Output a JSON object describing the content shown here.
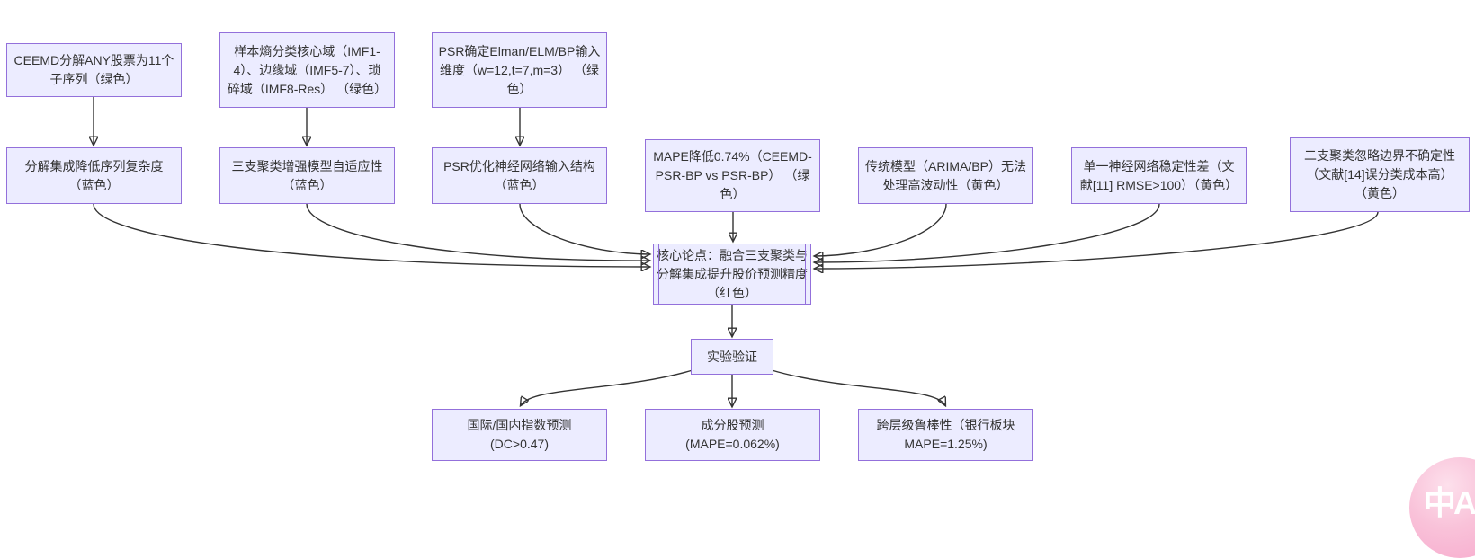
{
  "diagram": {
    "background": "#ffffff",
    "node_fill": "#ECECFF",
    "node_border": "#9370DB",
    "edge_color": "#333333",
    "nodes": [
      {
        "id": "ceemd-decompose",
        "lines": [
          "CEEMD分解ANY股票为11个",
          "子序列（绿色）"
        ]
      },
      {
        "id": "sample-entropy",
        "lines": [
          "样本熵分类核心域（IMF1-",
          "4）、边缘域（IMF5-7）、琐",
          "碎域（IMF8-Res） （绿色）"
        ]
      },
      {
        "id": "psr-dimension",
        "lines": [
          "PSR确定Elman/ELM/BP输入",
          "维度（w=12,t=7,m=3） （绿",
          "色）"
        ]
      },
      {
        "id": "decompose-complexity",
        "lines": [
          "分解集成降低序列复杂度",
          "（蓝色）"
        ]
      },
      {
        "id": "three-way-adaptivity",
        "lines": [
          "三支聚类增强模型自适应性",
          "（蓝色）"
        ]
      },
      {
        "id": "psr-structure",
        "lines": [
          "PSR优化神经网络输入结构",
          "（蓝色）"
        ]
      },
      {
        "id": "mape-improvement",
        "lines": [
          "MAPE降低0.74%（CEEMD-",
          "PSR-BP vs PSR-BP） （绿",
          "色）"
        ]
      },
      {
        "id": "traditional-limitation",
        "lines": [
          "传统模型（ARIMA/BP）无法",
          "处理高波动性（黄色）"
        ]
      },
      {
        "id": "single-nn-instability",
        "lines": [
          "单一神经网络稳定性差（文",
          "献[11] RMSE>100）（黄色）"
        ]
      },
      {
        "id": "two-way-limitation",
        "lines": [
          "二支聚类忽略边界不确定性",
          "（文献[14]误分类成本高）",
          "（黄色）"
        ]
      },
      {
        "id": "core-thesis",
        "lines": [
          "核心论点：融合三支聚类与",
          "分解集成提升股价预测精度",
          "（红色）"
        ]
      },
      {
        "id": "experiment-validation",
        "lines": [
          "实验验证"
        ]
      },
      {
        "id": "index-prediction",
        "lines": [
          "国际/国内指数预测",
          "(DC>0.47)"
        ]
      },
      {
        "id": "component-stock-prediction",
        "lines": [
          "成分股预测",
          "(MAPE=0.062%)"
        ]
      },
      {
        "id": "cross-level-robustness",
        "lines": [
          "跨层级鲁棒性（银行板块",
          "MAPE=1.25%)"
        ]
      }
    ]
  },
  "translate_badge": {
    "label": "中A",
    "color": "#f8b4d2"
  }
}
